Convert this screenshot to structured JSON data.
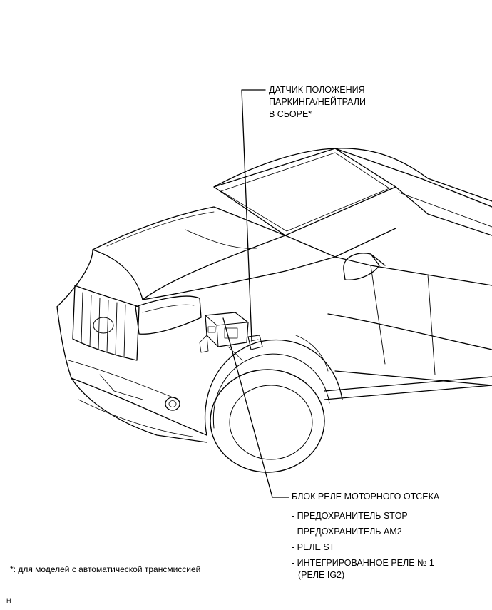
{
  "labels": {
    "sensor_line1": "ДАТЧИК ПОЛОЖЕНИЯ",
    "sensor_line2": "ПАРКИНГА/НЕЙТРАЛИ",
    "sensor_line3": "В СБОРЕ*",
    "relay_block_title": "БЛОК РЕЛЕ МОТОРНОГО ОТСЕКА",
    "relay_items": [
      "- ПРЕДОХРАНИТЕЛЬ STOP",
      "- ПРЕДОХРАНИТЕЛЬ AM2",
      "- РЕЛЕ ST",
      "- ИНТЕГРИРОВАННОЕ РЕЛЕ № 1"
    ],
    "relay_item_sub": "(РЕЛЕ IG2)",
    "footnote": "*: для моделей с автоматической трансмиссией",
    "corner_mark": "H"
  }
}
